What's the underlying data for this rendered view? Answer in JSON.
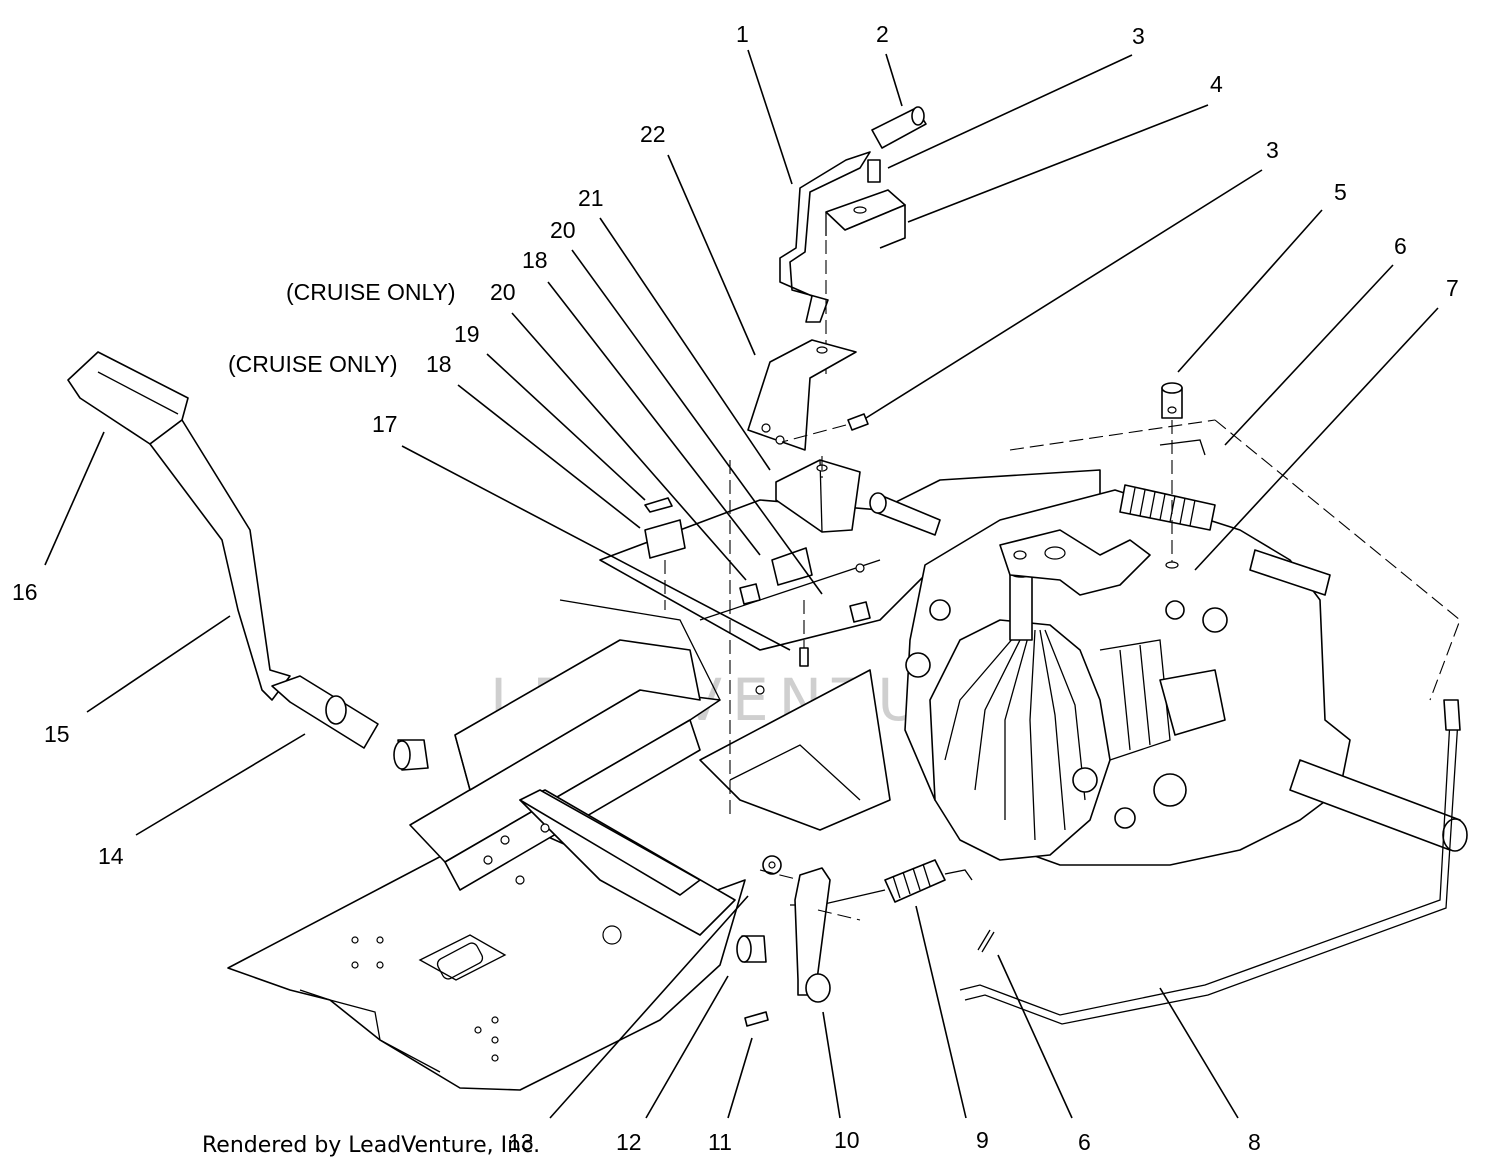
{
  "watermark": "LEADVENTURE",
  "credit": "Rendered by LeadVenture, Inc.",
  "callouts": {
    "c1": "1",
    "c2": "2",
    "c3a": "3",
    "c4": "4",
    "c3b": "3",
    "c5": "5",
    "c6a": "6",
    "c7": "7",
    "c22": "22",
    "c21": "21",
    "c20a": "20",
    "c18a": "18",
    "c20b": "20",
    "c19": "19",
    "c18b": "18",
    "c17": "17",
    "c16": "16",
    "c15": "15",
    "c14": "14",
    "c13": "13",
    "c12": "12",
    "c11": "11",
    "c10": "10",
    "c9": "9",
    "c6b": "6",
    "c8": "8"
  },
  "notes": {
    "cruise_a": "(CRUISE ONLY)",
    "cruise_b": "(CRUISE ONLY)"
  }
}
